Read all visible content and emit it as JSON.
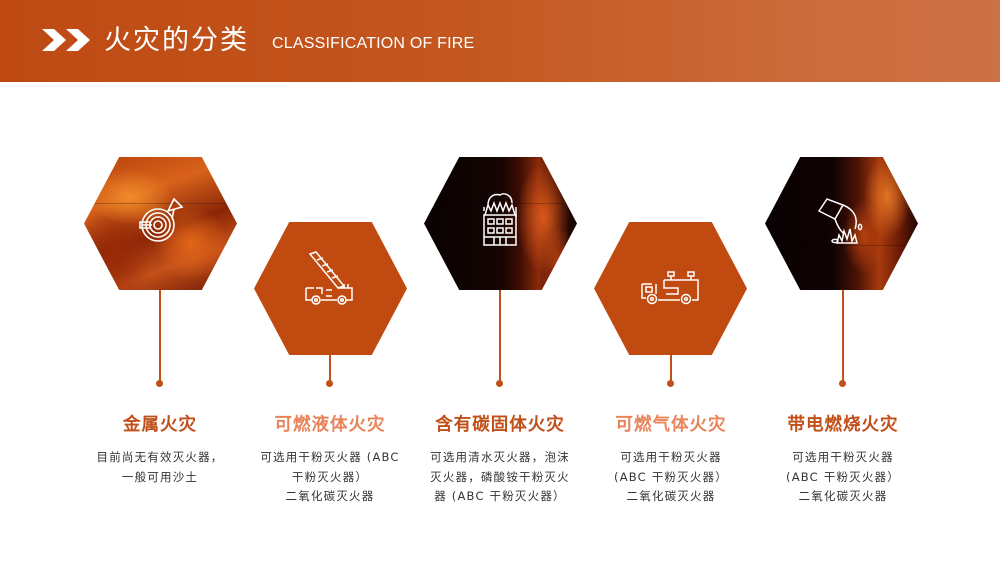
{
  "header": {
    "title_cn": "火灾的分类",
    "title_en": "CLASSIFICATION OF FIRE",
    "icon": "double-chevron-right-icon",
    "gradient": [
      "#be4a12",
      "#cc7045"
    ]
  },
  "colors": {
    "accent": "#c04a10",
    "caption_dark": "#c0501a",
    "caption_light": "#e8845a",
    "body_text": "#333333"
  },
  "categories": [
    {
      "title": "金属火灾",
      "icon": "fire-hose-reel-icon",
      "background": "fire-image",
      "lines": [
        "目前尚无有效灭火器，",
        "一般可用沙土"
      ]
    },
    {
      "title": "可燃液体火灾",
      "icon": "ladder-fire-truck-icon",
      "background": "solid-orange",
      "lines": [
        "可选用干粉灭火器 (ABC",
        "干粉灭火器）",
        "二氧化碳灭火器"
      ]
    },
    {
      "title": "含有碳固体火灾",
      "icon": "burning-building-icon",
      "background": "fire-image",
      "lines": [
        "可选用清水灭火器，泡沫",
        "灭火器，磷酸铵干粉灭火",
        "器 (ABC 干粉灭火器）"
      ]
    },
    {
      "title": "可燃气体火灾",
      "icon": "fire-engine-icon",
      "background": "solid-orange",
      "lines": [
        "可选用干粉灭火器",
        "(ABC 干粉灭火器）",
        "二氧化碳灭火器"
      ]
    },
    {
      "title": "带电燃烧火灾",
      "icon": "bucket-dousing-fire-icon",
      "background": "fire-image",
      "lines": [
        "可选用干粉灭火器",
        "(ABC 干粉灭火器）",
        "二氧化碳灭火器"
      ]
    }
  ]
}
